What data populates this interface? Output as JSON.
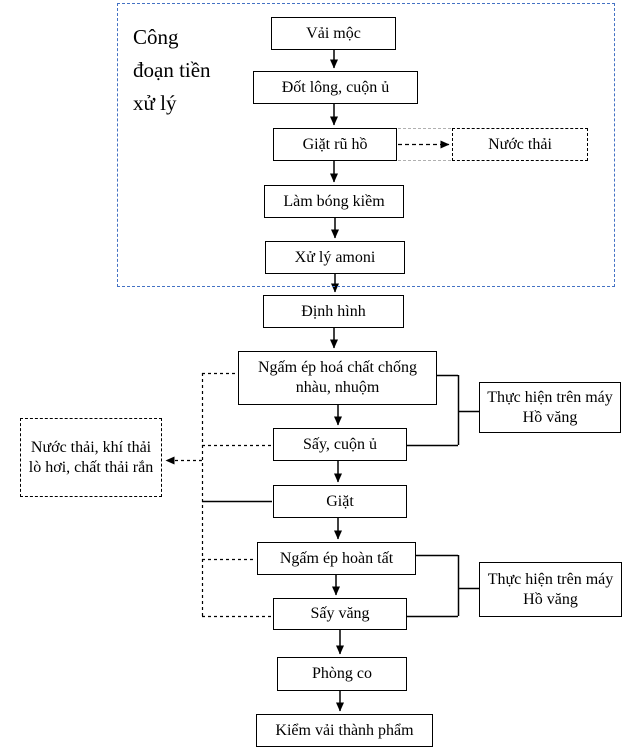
{
  "diagram": {
    "group": {
      "label": "Công đoạn tiền xử lý"
    },
    "nodes": {
      "vai_moc": "Vải mộc",
      "dot_long": "Đốt lông, cuộn ủ",
      "giat_ru_ho": "Giặt rũ hồ",
      "nuoc_thai": "Nước thải",
      "lam_bong_kiem": "Làm bóng kiềm",
      "xu_ly_amoni": "Xử lý amoni",
      "dinh_hinh": "Định hình",
      "ngam_ep_hoa_chat": "Ngấm ép hoá chất chống nhàu, nhuộm",
      "say_cuon_u": "Sấy, cuộn ủ",
      "giat": "Giặt",
      "ngam_ep_hoan_tat": "Ngấm ép hoàn tất",
      "say_vang": "Sấy văng",
      "phong_co": "Phòng co",
      "kiem_vai_thanh_pham": "Kiểm vải thành phẩm",
      "waste_left": "Nước thải, khí thải lò hơi, chất thải rắn",
      "may_ho_vang_1": "Thực hiện trên máy Hồ văng",
      "may_ho_vang_2": "Thực hiện trên máy Hồ văng"
    },
    "colors": {
      "group_border": "#4472C4",
      "line": "#000000",
      "faint_dash": "#b0b0b0"
    }
  }
}
